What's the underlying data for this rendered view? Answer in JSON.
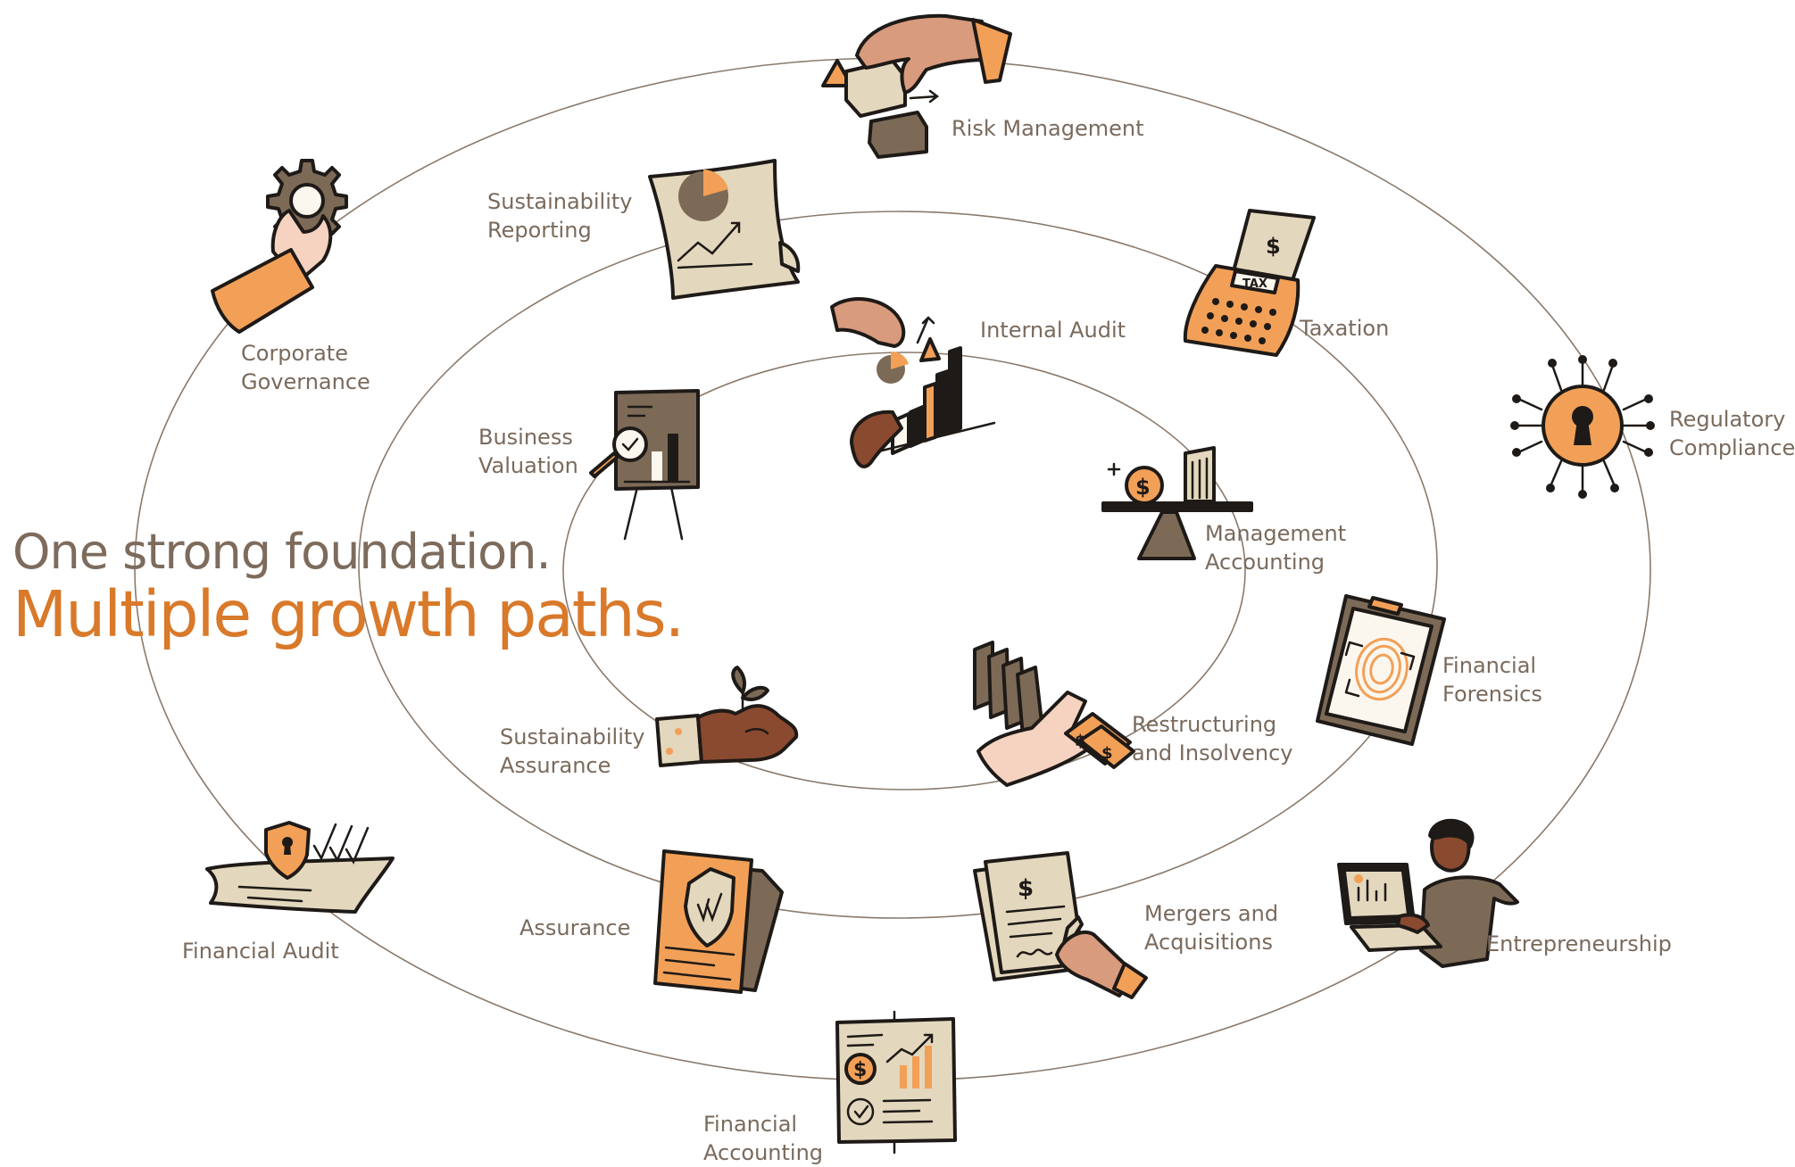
{
  "headline": {
    "line1": "One strong foundation.",
    "line2": "Multiple growth paths."
  },
  "colors": {
    "accent": "#d9792a",
    "illustration_orange": "#f2a057",
    "text": "#7a6a5c",
    "ring": "#8a7a6c"
  },
  "rings": [
    {
      "name": "outer",
      "paths": [
        {
          "label_lines": [
            "Risk Management"
          ],
          "icon": "hand-stacking-blocks-icon"
        },
        {
          "label_lines": [
            "Regulatory",
            "Compliance"
          ],
          "icon": "padlock-circuit-icon"
        },
        {
          "label_lines": [
            "Entrepreneurship"
          ],
          "icon": "person-with-laptop-icon"
        },
        {
          "label_lines": [
            "Financial",
            "Accounting"
          ],
          "icon": "financial-presentation-board-icon"
        },
        {
          "label_lines": [
            "Financial Audit"
          ],
          "icon": "audit-document-checkmarks-icon"
        },
        {
          "label_lines": [
            "Corporate",
            "Governance"
          ],
          "icon": "hand-holding-gear-icon"
        }
      ]
    },
    {
      "name": "middle",
      "paths": [
        {
          "label_lines": [
            "Sustainability",
            "Reporting"
          ],
          "icon": "report-scroll-chart-icon"
        },
        {
          "label_lines": [
            "Taxation"
          ],
          "icon": "tax-calculator-icon"
        },
        {
          "label_lines": [
            "Financial",
            "Forensics"
          ],
          "icon": "clipboard-fingerprint-icon"
        },
        {
          "label_lines": [
            "Mergers and",
            "Acquisitions"
          ],
          "icon": "signing-contract-icon"
        },
        {
          "label_lines": [
            "Assurance"
          ],
          "icon": "shield-document-icon"
        }
      ]
    },
    {
      "name": "inner",
      "paths": [
        {
          "label_lines": [
            "Internal Audit"
          ],
          "icon": "hands-bar-chart-icon"
        },
        {
          "label_lines": [
            "Management",
            "Accounting"
          ],
          "icon": "balance-scale-coin-icon"
        },
        {
          "label_lines": [
            "Restructuring",
            "and Insolvency"
          ],
          "icon": "dominoes-money-icon"
        },
        {
          "label_lines": [
            "Sustainability",
            "Assurance"
          ],
          "icon": "hand-holding-sprout-icon"
        },
        {
          "label_lines": [
            "Business",
            "Valuation"
          ],
          "icon": "easel-magnifier-icon"
        }
      ]
    }
  ]
}
